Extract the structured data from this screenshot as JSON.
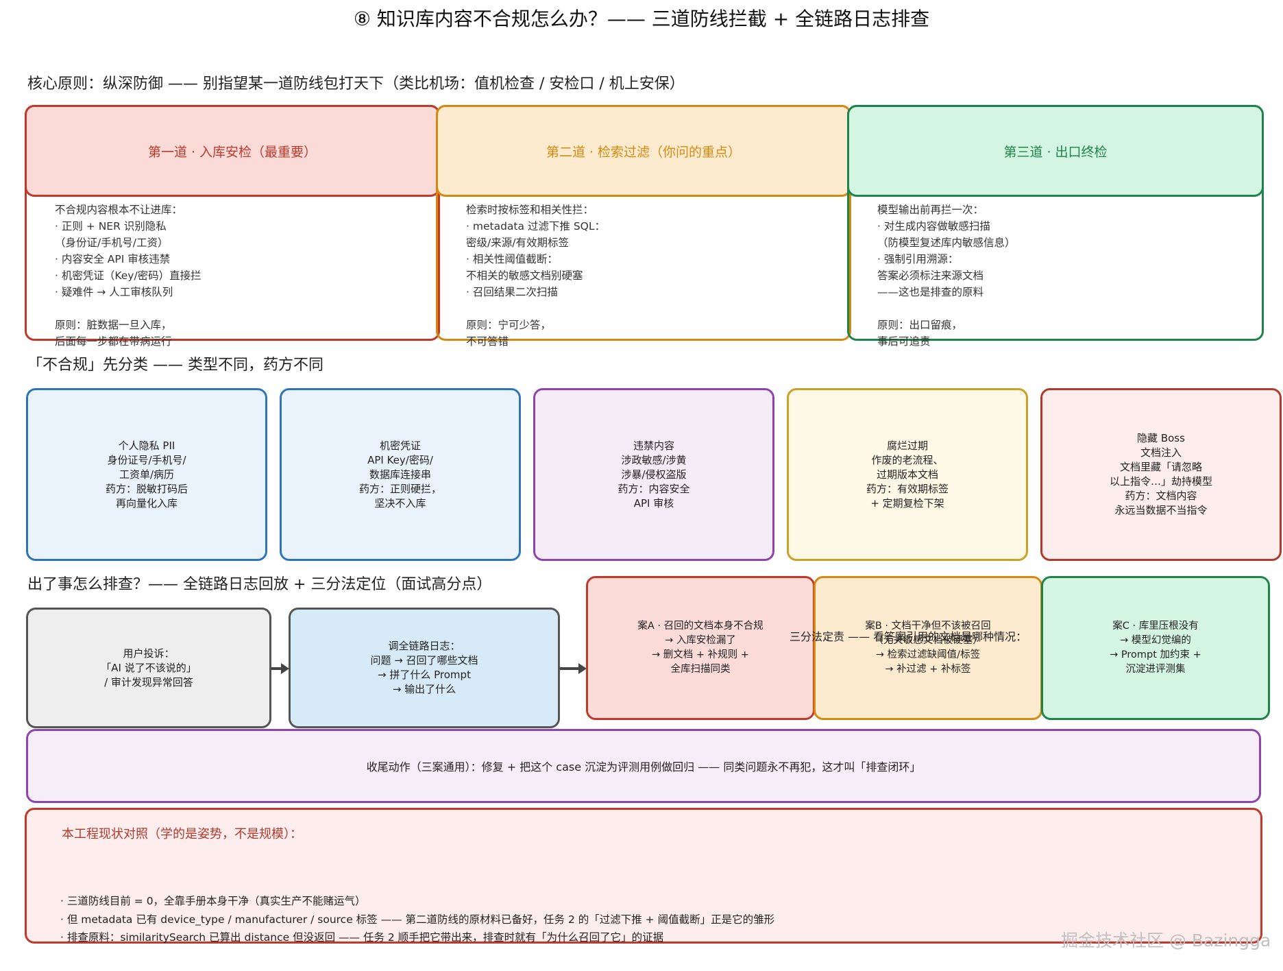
{
  "title": "⑧ 知识库内容不合规怎么办？—— 三道防线拦截 + 全链路日志排查",
  "section1_heading": "核心原则：纵深防御 —— 别指望某一道防线包打天下（类比机场：值机检查 / 安检口 / 机上安保）",
  "defenses": [
    {
      "header": "第一道 · 入库安检（最重要）",
      "body": "不合规内容根本不让进库：\n· 正则 + NER 识别隐私\n（身份证/手机号/工资）\n· 内容安全 API 审核违禁\n· 机密凭证（Key/密码）直接拦\n· 疑难件 → 人工审核队列\n\n原则：脏数据一旦入库，\n后面每一步都在带病运行",
      "color": "#c0392b",
      "fill": "#fadbd8"
    },
    {
      "header": "第二道 · 检索过滤（你问的重点）",
      "body": "检索时按标签和相关性拦：\n· metadata 过滤下推 SQL：\n密级/来源/有效期标签\n· 相关性阈值截断：\n不相关的敏感文档别硬塞\n· 召回结果二次扫描\n\n原则：宁可少答，\n不可答错",
      "color": "#d68910",
      "fill": "#fdebd0"
    },
    {
      "header": "第三道 · 出口终检",
      "body": "模型输出前再拦一次：\n· 对生成内容做敏感扫描\n（防模型复述库内敏感信息）\n· 强制引用溯源：\n答案必须标注来源文档\n——这也是排查的原料\n\n原则：出口留痕，\n事后可追责",
      "color": "#1e8449",
      "fill": "#d5f5e3"
    }
  ],
  "section2_heading": "「不合规」先分类 —— 类型不同，药方不同",
  "categories": [
    {
      "text": "个人隐私 PII\n身份证号/手机号/\n工资单/病历\n药方：脱敏打码后\n再向量化入库",
      "border": "#2e75b6",
      "fill": "#eaf2fb"
    },
    {
      "text": "机密凭证\nAPI Key/密码/\n数据库连接串\n药方：正则硬拦，\n坚决不入库",
      "border": "#2e75b6",
      "fill": "#eaf2fb"
    },
    {
      "text": "违禁内容\n涉政敏感/涉黄\n涉暴/侵权盗版\n药方：内容安全\nAPI 审核",
      "border": "#8e44ad",
      "fill": "#f4ecf7"
    },
    {
      "text": "腐烂过期\n作废的老流程、\n过期版本文档\n药方：有效期标签\n+ 定期复检下架",
      "border": "#c9a227",
      "fill": "#fef9e7"
    },
    {
      "text": "隐藏 Boss\n文档注入\n文档里藏「请忽略\n以上指令…」劫持模型\n药方：文档内容\n永远当数据不当指令",
      "border": "#b03a2e",
      "fill": "#fdedec"
    }
  ],
  "section3_heading": "出了事怎么排查？—— 全链路日志回放 + 三分法定位（面试高分点）",
  "flow": [
    {
      "text": "用户投诉：\n「AI 说了不该说的」\n/ 审计发现异常回答",
      "border": "#555555",
      "fill": "#eeeeee"
    },
    {
      "text": "调全链路日志：\n问题 → 召回了哪些文档\n→ 拼了什么 Prompt\n→ 输出了什么",
      "border": "#555555",
      "fill": "#d6eaf8"
    }
  ],
  "triage_label": "三分法定责 —— 看答案引用的文档是哪种情况：",
  "cases": [
    {
      "text": "案A · 召回的文档本身不合规\n→ 入库安检漏了\n→ 删文档 + 补规则 +\n全库扫描同类",
      "border": "#c0392b",
      "fill": "#fadbd8"
    },
    {
      "text": "案B · 文档干净但不该被召回\n（无关敏感文档被硬塞）\n→ 检索过滤缺阈值/标签\n→ 补过滤 + 补标签",
      "border": "#d68910",
      "fill": "#fdebd0"
    },
    {
      "text": "案C · 库里压根没有\n→ 模型幻觉编的\n→ Prompt 加约束 +\n沉淀进评测集",
      "border": "#1e8449",
      "fill": "#d5f5e3"
    }
  ],
  "closing": "收尾动作（三案通用）：修复 + 把这个 case 沉淀为评测用例做回归 —— 同类问题永不再犯，这才叫「排查闭环」",
  "status": {
    "heading": "本工程现状对照（学的是姿势，不是规模）：",
    "lines": [
      "· 三道防线目前 = 0，全靠手册本身干净（真实生产不能赌运气）",
      "· 但 metadata 已有 device_type / manufacturer / source 标签 —— 第二道防线的原材料已备好，任务 2 的「过滤下推 + 阈值截断」正是它的雏形",
      "· 排查原料：similaritySearch 已算出 distance 但没返回 —— 任务 2 顺手把它带出来，排查时就有「为什么召回了它」的证据"
    ]
  },
  "watermark": "掘金技术社区 @ Bazingga"
}
